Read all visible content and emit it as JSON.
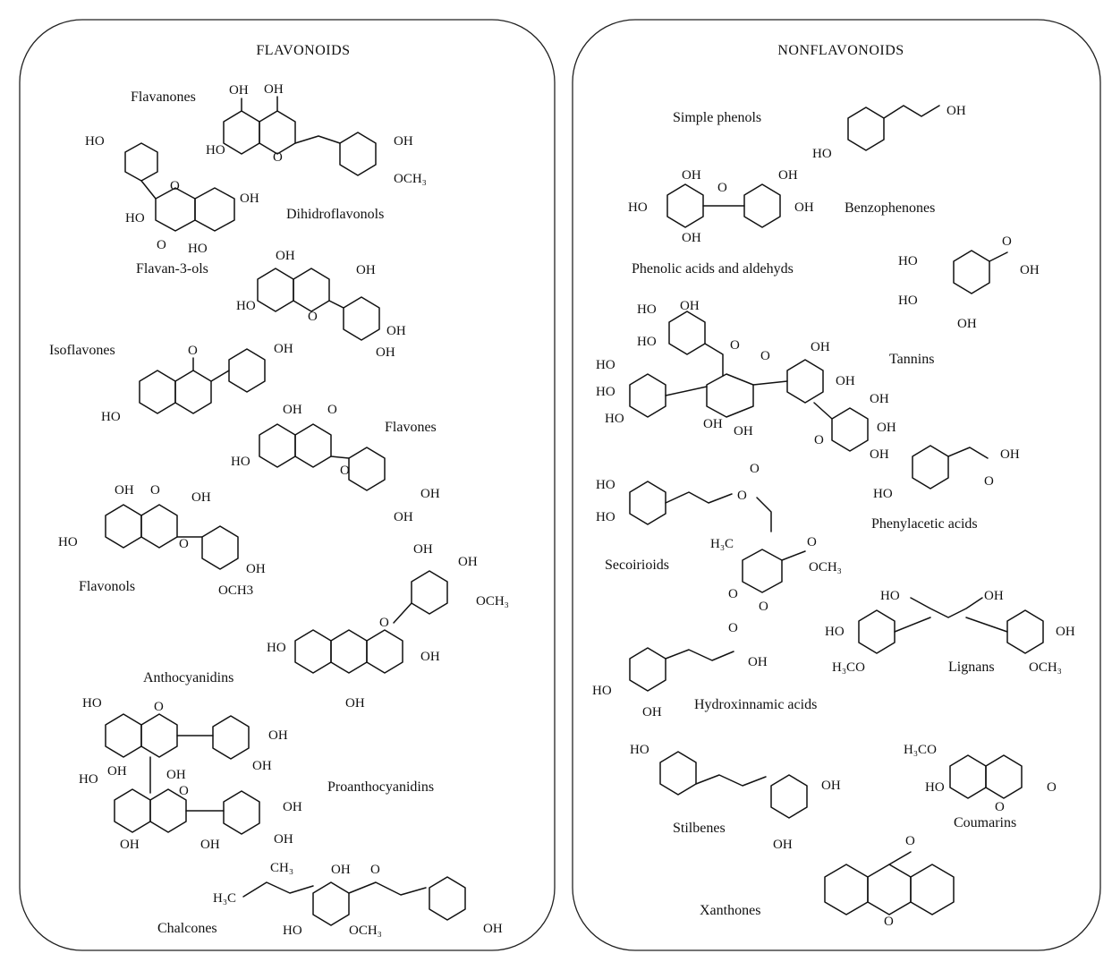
{
  "panels": {
    "left": {
      "title": "FLAVONOIDS",
      "labels": {
        "flavanones": "Flavanones",
        "dihidroflavonols": "Dihidroflavonols",
        "flavan3ols": "Flavan-3-ols",
        "isoflavones": "Isoflavones",
        "flavones": "Flavones",
        "flavonols": "Flavonols",
        "anthocyanidins": "Anthocyanidins",
        "proanthocyanidins": "Proanthocyanidins",
        "chalcones": "Chalcones"
      }
    },
    "right": {
      "title": "NONFLAVONOIDS",
      "labels": {
        "simple_phenols": "Simple phenols",
        "benzophenones": "Benzophenones",
        "phenolic_acids": "Phenolic acids and aldehyds",
        "tannins": "Tannins",
        "phenylacetic": "Phenylacetic acids",
        "secoiridoids": "Secoirioids",
        "lignans": "Lignans",
        "hydroxicinnamic": "Hydroxinnamic acids",
        "stilbenes": "Stilbenes",
        "coumarins": "Coumarins",
        "xanthones": "Xanthones"
      }
    }
  },
  "atom_labels": {
    "OH": "OH",
    "HO": "HO",
    "O": "O",
    "OCH3": "OCH₃",
    "OCH3_plain": "OCH3",
    "H3CO": "H₃CO",
    "H3C": "H₃C",
    "CH3": "CH₃",
    "HO_ring": "HO"
  }
}
